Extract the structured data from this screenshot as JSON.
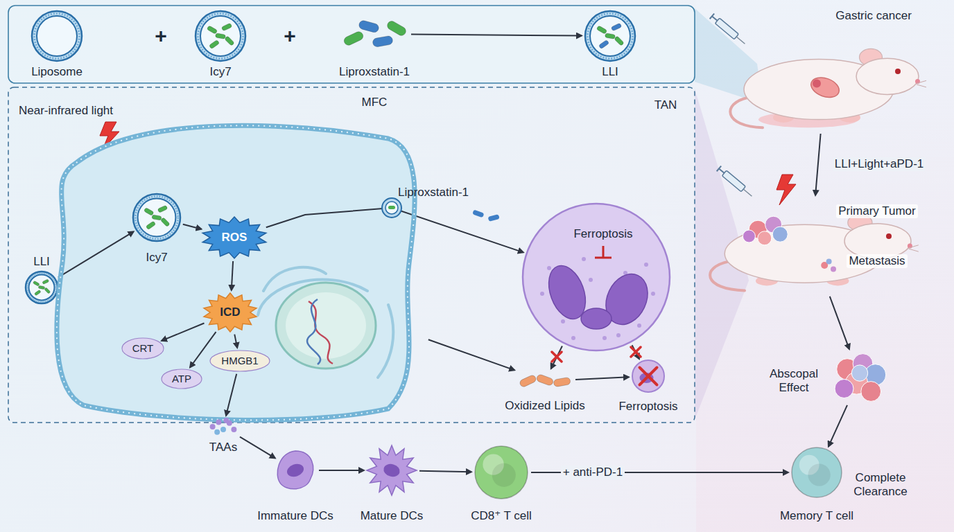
{
  "diagram": {
    "nodes": [
      {
        "text": [
          "Liposome"
        ]
      },
      {
        "text": [
          "Icy7"
        ]
      },
      {
        "text": [
          "Liproxstatin-1"
        ]
      },
      {
        "text": [
          "LLI"
        ]
      },
      {
        "text": [
          "Gastric cancer"
        ]
      },
      {
        "text": [
          "Primary Tumor",
          "Metastasis"
        ]
      },
      {
        "text": [
          "LLI"
        ]
      },
      {
        "text": [
          "MFC"
        ]
      },
      {
        "text": [
          "Icy7"
        ],
        "in": 7
      },
      {
        "text": [
          "ROS"
        ],
        "in": 7
      },
      {
        "text": [
          "ICD"
        ],
        "in": 7
      },
      {
        "text": [
          "CRT"
        ],
        "in": 7
      },
      {
        "text": [
          "ATP"
        ],
        "in": 7
      },
      {
        "text": [
          "HMGB1"
        ],
        "in": 7
      },
      {
        "text": [
          "TAN",
          "Ferroptosis"
        ]
      },
      {
        "text": [
          "Oxidized Lipids"
        ]
      },
      {
        "text": [
          "Ferroptosis"
        ]
      },
      {
        "text": [
          "Abscopal Effect"
        ]
      },
      {
        "text": [
          "TAAs"
        ]
      },
      {
        "text": [
          "Immature DCs"
        ]
      },
      {
        "text": [
          "Mature DCs"
        ]
      },
      {
        "text": [
          "CD8⁺ T cell"
        ]
      },
      {
        "text": [
          "Memory T cell"
        ]
      }
    ],
    "edges": [
      {
        "from": 2,
        "to": 3,
        "arrow": "to"
      },
      {
        "from": 4,
        "to": 5,
        "label": "LLI+Light+aPD-1",
        "arrow": "to"
      },
      {
        "from": 6,
        "to": 8,
        "arrow": "to"
      },
      {
        "from": 8,
        "to": 9,
        "arrow": "to"
      },
      {
        "from": 9,
        "to": 10,
        "arrow": "to"
      },
      {
        "from": 10,
        "to": 11,
        "arrow": "to"
      },
      {
        "from": 10,
        "to": 12,
        "arrow": "to"
      },
      {
        "from": 10,
        "to": 13,
        "arrow": "to"
      },
      {
        "from": 9,
        "to": 14,
        "arrow": "to"
      },
      {
        "from": 14,
        "to": 15,
        "arrow": "to"
      },
      {
        "from": 14,
        "to": 16,
        "arrow": "to"
      },
      {
        "from": 7,
        "to": 15,
        "arrow": "to"
      },
      {
        "from": 15,
        "to": 16,
        "arrow": "to"
      },
      {
        "from": 13,
        "to": 18,
        "arrow": "to"
      },
      {
        "from": 18,
        "to": 19,
        "arrow": "to"
      },
      {
        "from": 19,
        "to": 20,
        "arrow": "to"
      },
      {
        "from": 20,
        "to": 21,
        "arrow": "to"
      },
      {
        "from": 21,
        "to": 22,
        "label": "+ anti-PD-1",
        "arrow": "to"
      },
      {
        "from": 5,
        "to": 17,
        "arrow": "to"
      },
      {
        "from": 17,
        "to": 22,
        "arrow": "to"
      }
    ],
    "labels": [
      "+",
      "+",
      "Near-infrared light",
      "Liproxstatin-1",
      "Complete Clearance"
    ]
  }
}
